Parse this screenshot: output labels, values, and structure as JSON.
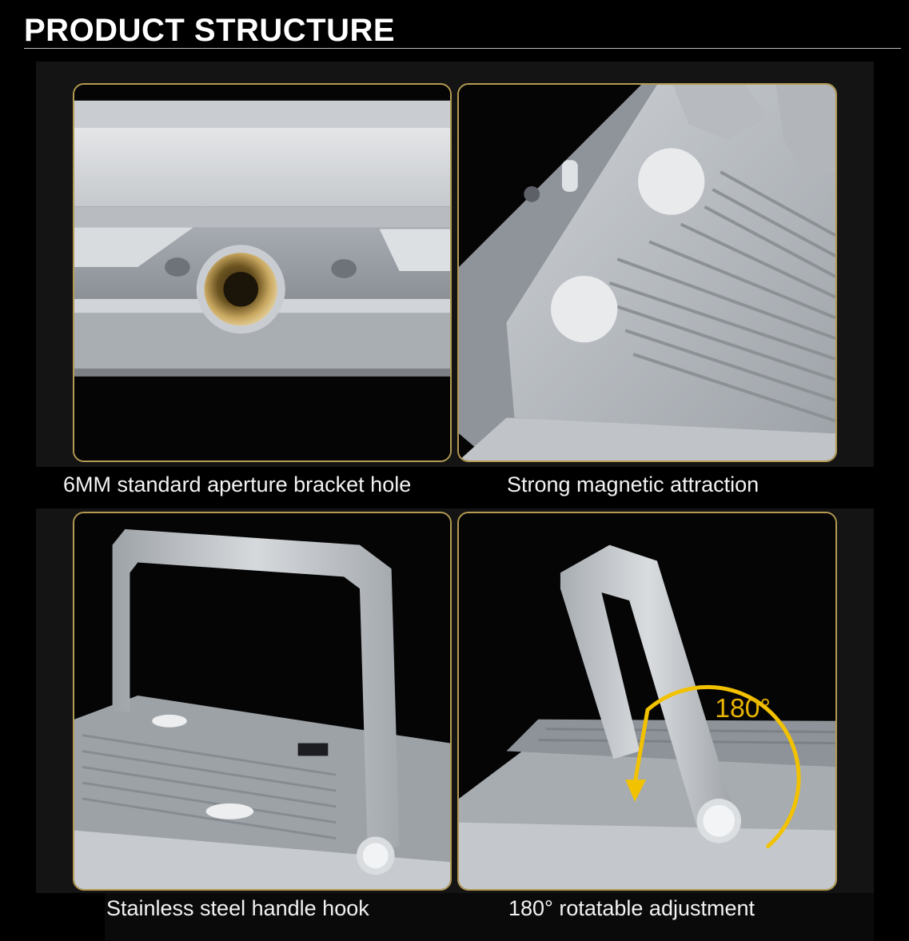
{
  "title": "PRODUCT STRUCTURE",
  "panels": [
    {
      "caption": "6MM standard aperture bracket hole",
      "icon": "bracket-hole-closeup"
    },
    {
      "caption": "Strong magnetic attraction",
      "icon": "magnet-closeup"
    },
    {
      "caption": "Stainless steel handle hook",
      "icon": "handle-hook-closeup"
    },
    {
      "caption": "180° rotatable adjustment",
      "icon": "rotation-closeup",
      "angle_label": "180°"
    }
  ],
  "colors": {
    "background": "#000000",
    "panel_border": "#b49a52",
    "metal": "#b9bec4",
    "angle_arrow": "#f2c200"
  }
}
